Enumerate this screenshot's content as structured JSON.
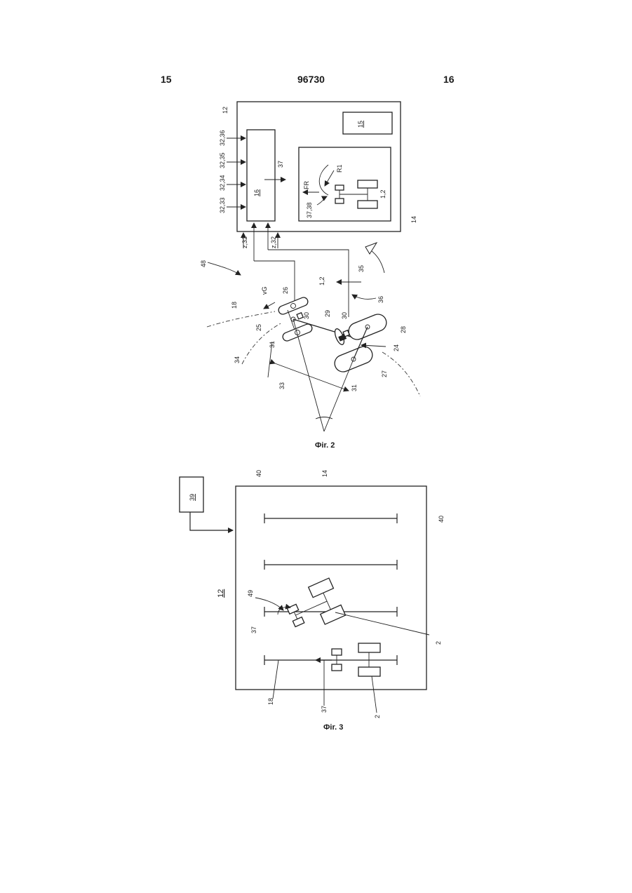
{
  "header": {
    "left_page": "15",
    "patent_number": "96730",
    "right_page": "16"
  },
  "fig2": {
    "caption": "Фir. 2",
    "labels": {
      "n12": "12",
      "n15": "15",
      "n16": "16",
      "n14": "14",
      "n37": "37",
      "n32_33": "32,33",
      "n32_34": "32,34",
      "n32_35": "32,35",
      "n32_36": "32,36",
      "fr": "FR",
      "r1": "R1",
      "n37_38": "37,38",
      "n1_2_box": "1,2",
      "z32_a": "z,32",
      "z32_b": "z,32",
      "n48": "48",
      "vg": "vG",
      "n26": "26",
      "n1_2": "1,2",
      "n35": "35",
      "n36": "36",
      "n18": "18",
      "n30a": "30",
      "n25": "25",
      "n29": "29",
      "n30b": "30",
      "n28": "28",
      "n31a": "31",
      "n24": "24",
      "n34": "34",
      "n27": "27",
      "n33": "33",
      "n31b": "31"
    }
  },
  "fig3": {
    "caption": "Фir. 3",
    "labels": {
      "n39": "39",
      "n40a": "40",
      "n14": "14",
      "n40b": "40",
      "n12": "12",
      "n49": "49",
      "n37a": "37",
      "n2a": "2",
      "n18": "18",
      "n37b": "37",
      "n2b": "2"
    }
  }
}
